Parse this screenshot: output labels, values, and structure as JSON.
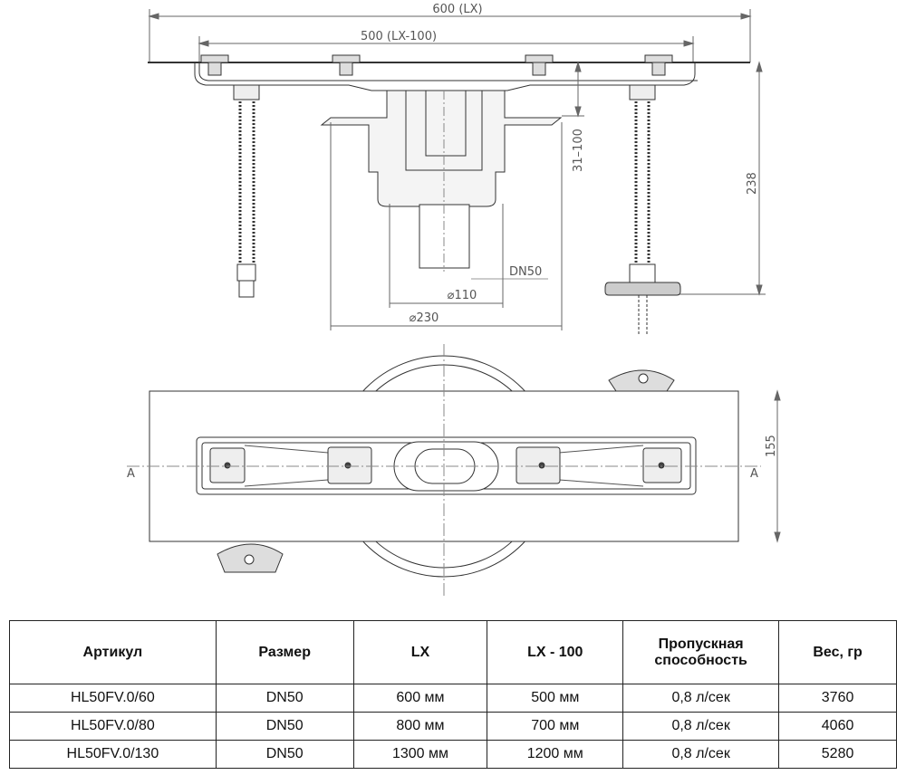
{
  "drawing": {
    "dim_lx": "600 (LX)",
    "dim_lx100": "500 (LX-100)",
    "dim_height_range": "31–100",
    "dim_total_height": "238",
    "dim_outlet": "DN50",
    "dim_d110": "⌀110",
    "dim_d230": "⌀230",
    "dim_width": "155",
    "section_left": "A",
    "section_right": "A"
  },
  "table": {
    "headers": [
      "Артикул",
      "Размер",
      "LX",
      "LX - 100",
      "Пропускная способность",
      "Вес, гр"
    ],
    "rows": [
      [
        "HL50FV.0/60",
        "DN50",
        "600 мм",
        "500 мм",
        "0,8 л/сек",
        "3760"
      ],
      [
        "HL50FV.0/80",
        "DN50",
        "800 мм",
        "700 мм",
        "0,8 л/сек",
        "4060"
      ],
      [
        "HL50FV.0/130",
        "DN50",
        "1300 мм",
        "1200 мм",
        "0,8 л/сек",
        "5280"
      ]
    ]
  }
}
